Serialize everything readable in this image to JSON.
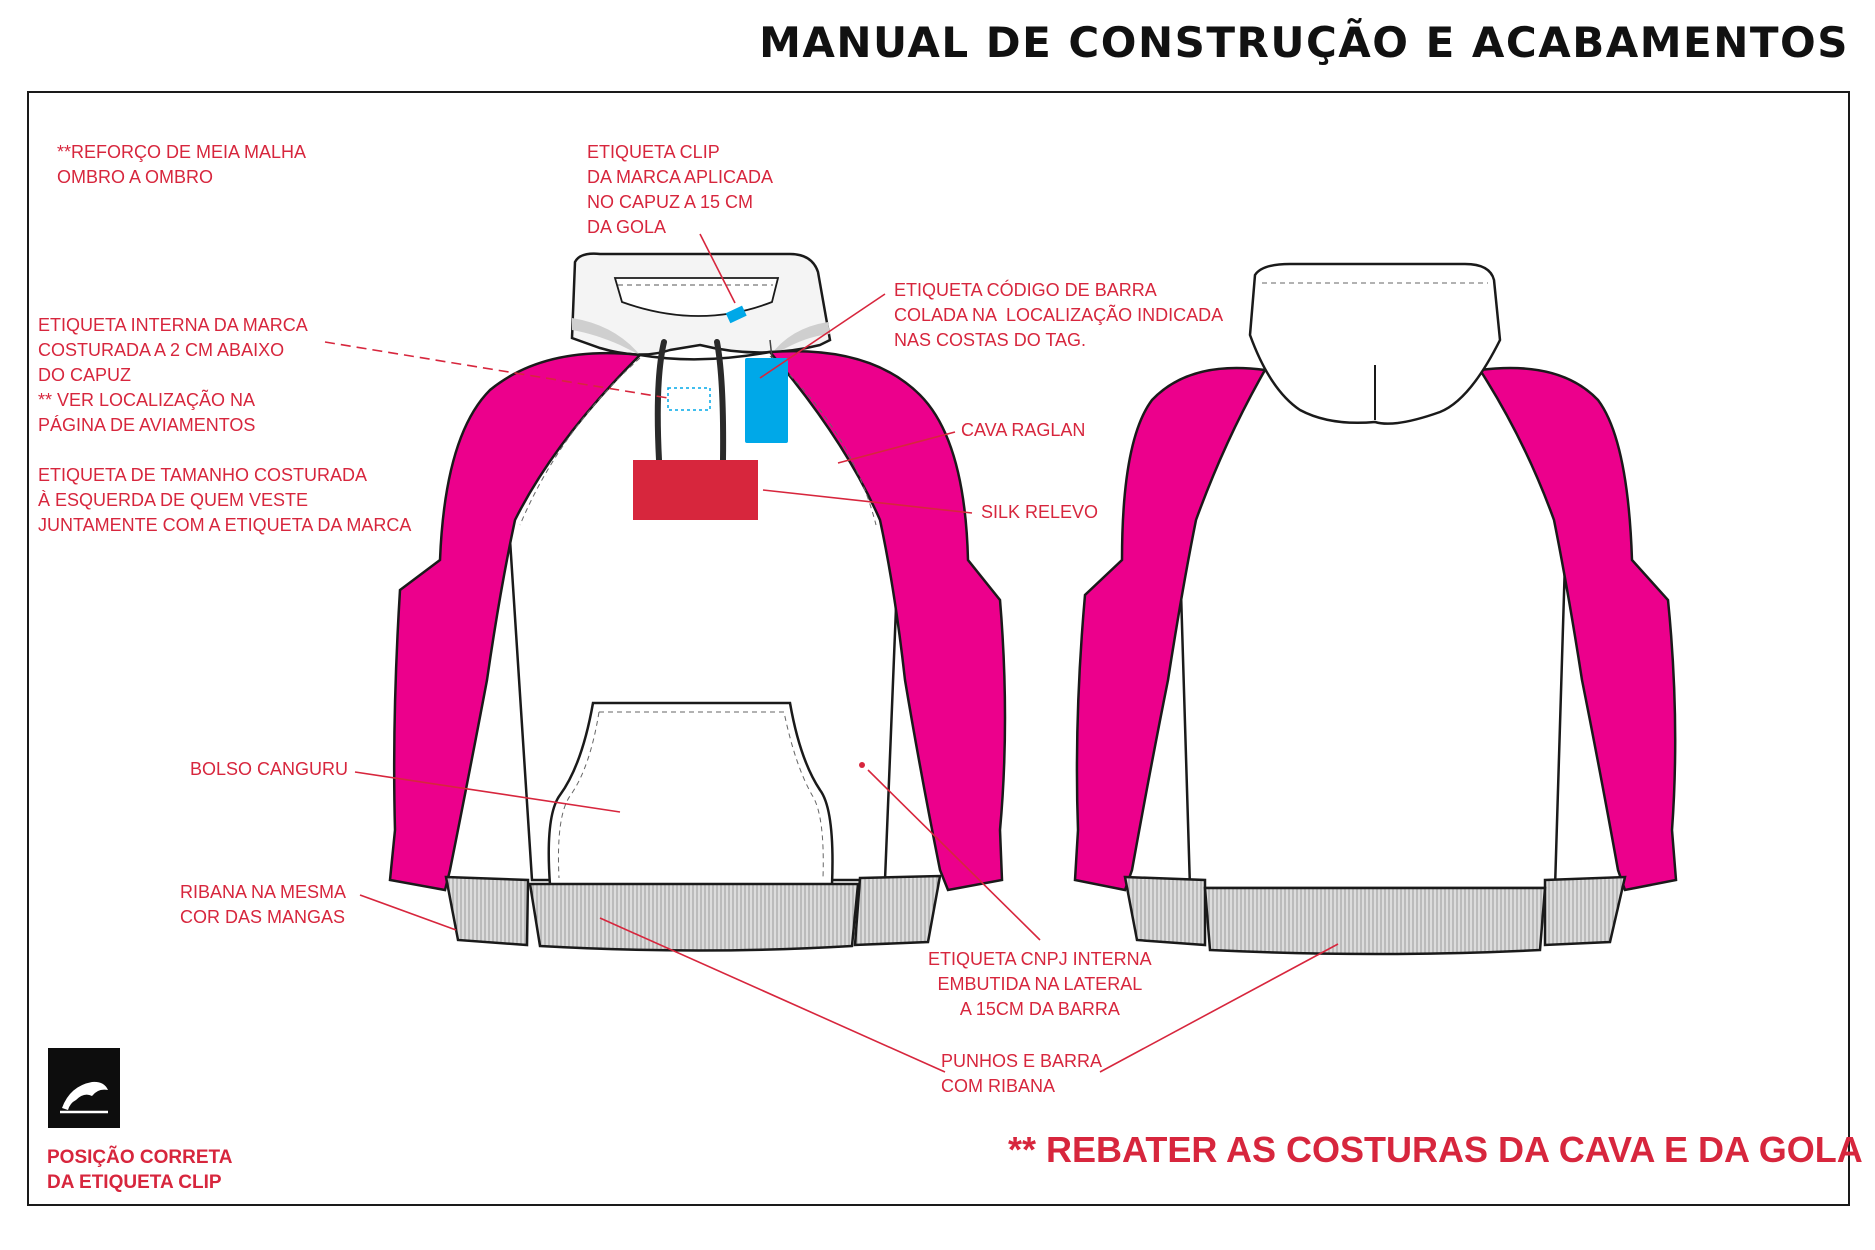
{
  "header": {
    "title": "MANUAL DE CONSTRUÇÃO E ACABAMENTOS"
  },
  "colors": {
    "sleeve": "#ec008c",
    "annotation": "#d7263d",
    "print_block": "#d7263d",
    "barcode_tag": "#00a8e8",
    "rib": "#d0d0d0",
    "outline": "#1a1a1a"
  },
  "annotations": {
    "reinforcement": "**REFORÇO DE MEIA MALHA\nOMBRO A OMBRO",
    "clip_label": "ETIQUETA CLIP\nDA MARCA APLICADA\nNO CAPUZ A 15 CM\nDA GOLA",
    "barcode_label": "ETIQUETA CÓDIGO DE BARRA\nCOLADA NA  LOCALIZAÇÃO INDICADA\nNAS COSTAS DO TAG.",
    "internal_label": "ETIQUETA INTERNA DA MARCA\nCOSTURADA A 2 CM ABAIXO\nDO CAPUZ\n** VER LOCALIZAÇÃO NA\nPÁGINA DE AVIAMENTOS",
    "size_label": "ETIQUETA DE TAMANHO COSTURADA\nÀ ESQUERDA DE QUEM VESTE\nJUNTAMENTE COM A ETIQUETA DA MARCA",
    "raglan": "CAVA RAGLAN",
    "silk": "SILK RELEVO",
    "pocket": "BOLSO CANGURU",
    "rib_note": "RIBANA NA MESMA\nCOR DAS MANGAS",
    "cnpj_label": "ETIQUETA CNPJ INTERNA\nEMBUTIDA NA LATERAL\nA 15CM DA BARRA",
    "cuffs": "PUNHOS E BARRA\nCOM RIBANA"
  },
  "footer": {
    "clip_caption": "POSIÇÃO CORRETA\nDA ETIQUETA CLIP",
    "stitch_note": "** REBATER AS COSTURAS DA CAVA E DA GOLA"
  },
  "icons": {
    "brand_logo": "wave-mountain-logo-icon"
  }
}
